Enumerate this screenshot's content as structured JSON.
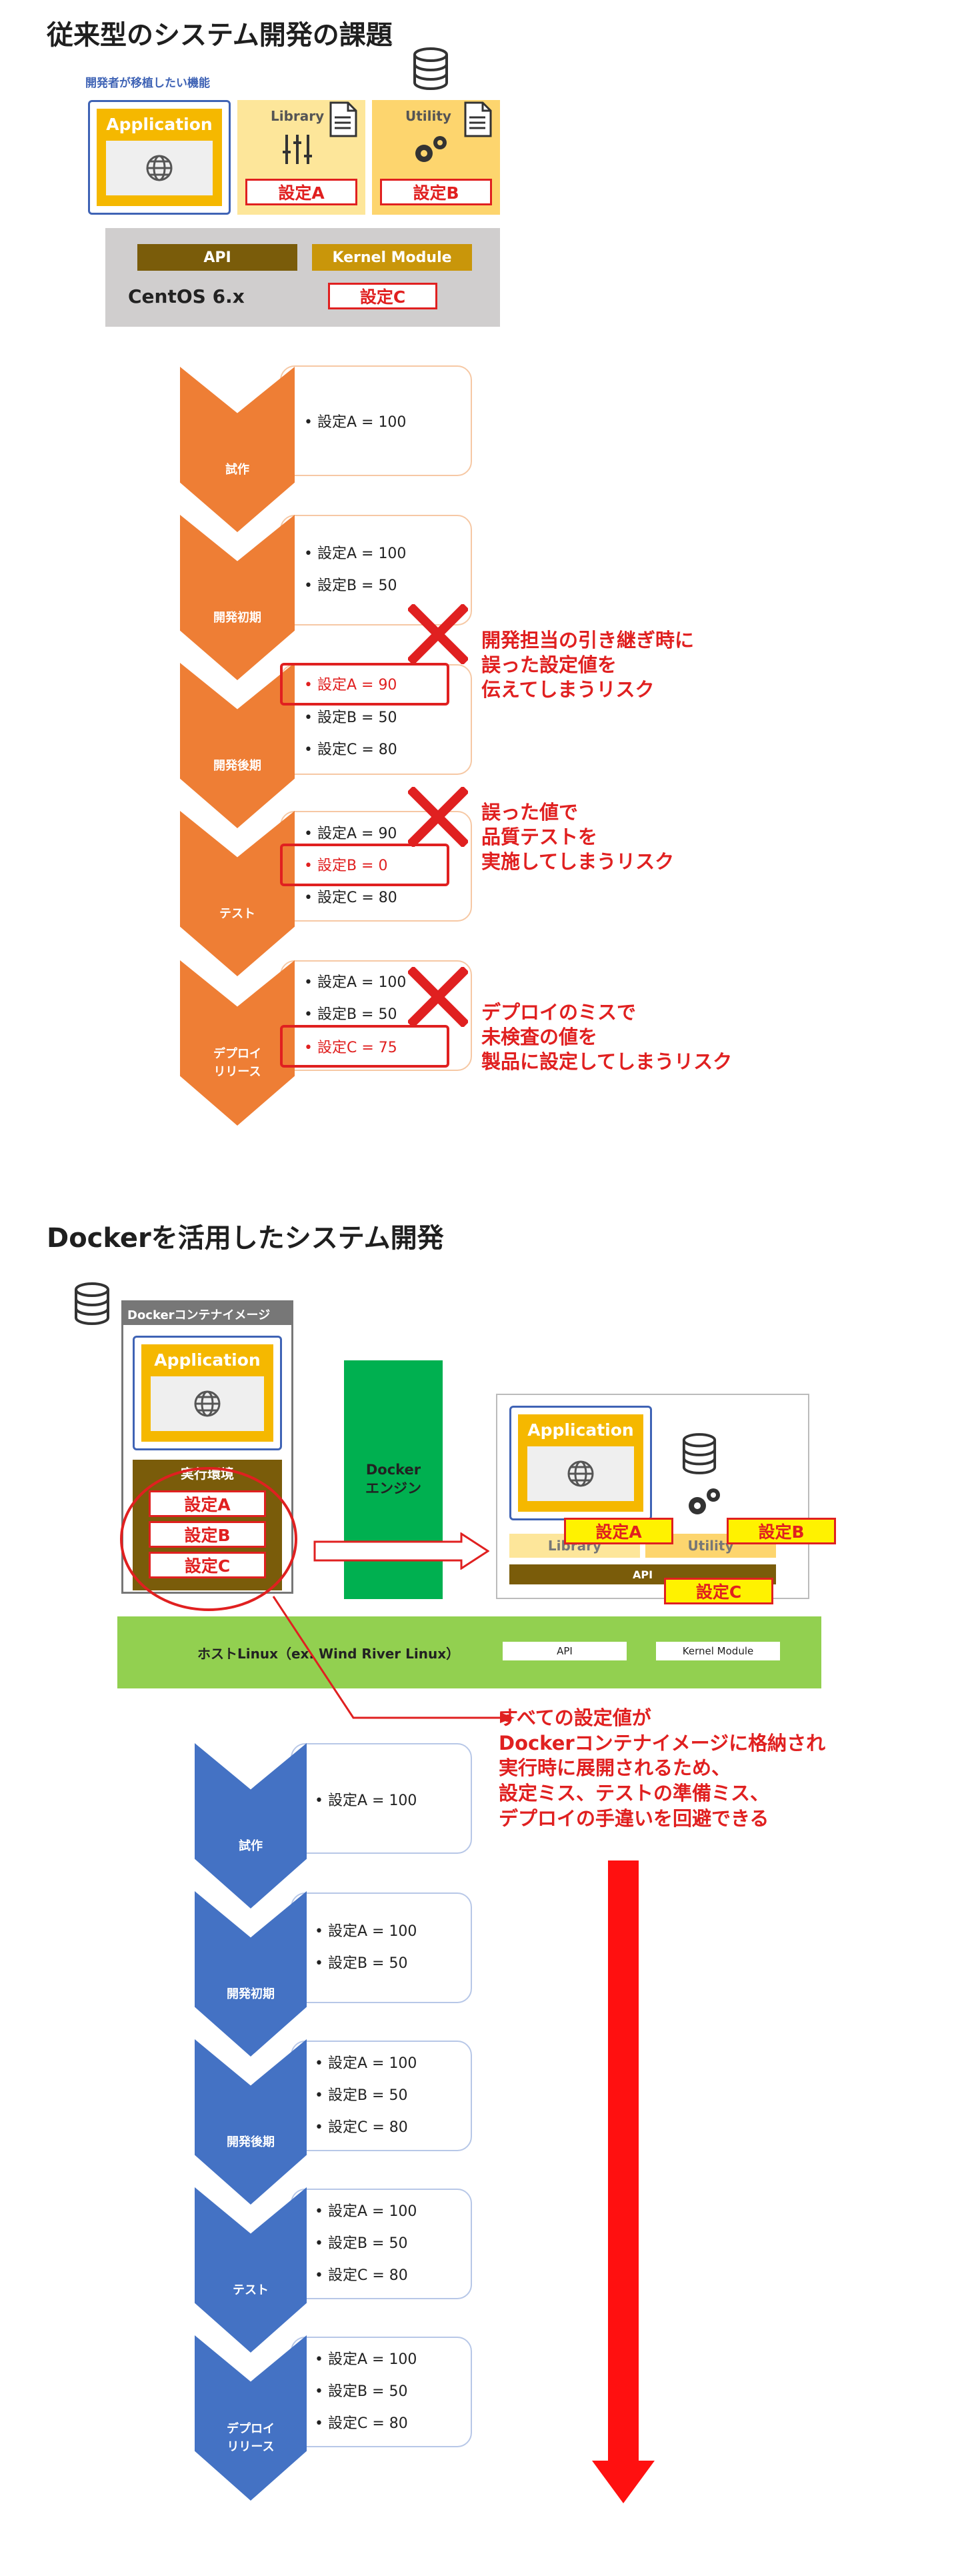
{
  "section1": {
    "title": "従来型のシステム開発の課題",
    "migrate_label": "開発者が移植したい機能",
    "application": "Application",
    "library": "Library",
    "utility": "Utility",
    "setting_a": "設定A",
    "setting_b": "設定B",
    "setting_c": "設定C",
    "api": "API",
    "kernel": "Kernel Module",
    "os": "CentOS 6.x",
    "stages": [
      {
        "label": "試作",
        "lines": [
          "• 設定A = 100"
        ]
      },
      {
        "label": "開発初期",
        "lines": [
          "• 設定A = 100",
          "• 設定B = 50"
        ]
      },
      {
        "label": "開発後期",
        "lines": [
          "• 設定A = 90",
          "• 設定B = 50",
          "• 設定C = 80"
        ]
      },
      {
        "label": "テスト",
        "lines": [
          "• 設定A = 90",
          "• 設定B = 0",
          "• 設定C = 80"
        ]
      },
      {
        "label": "デプロイ\nリリース",
        "lines": [
          "• 設定A = 100",
          "• 設定B = 50",
          "• 設定C = 75"
        ]
      }
    ],
    "risks": [
      "開発担当の引き継ぎ時に\n誤った設定値を\n伝えてしまうリスク",
      "誤った値で\n品質テストを\n実施してしまうリスク",
      "デプロイのミスで\n未検査の値を\n製品に設定してしまうリスク"
    ]
  },
  "section2": {
    "title": "Dockerを活用したシステム開発",
    "image_label": "Dockerコンテナイメージ",
    "application": "Application",
    "runtime": "実行環境",
    "setting_a": "設定A",
    "setting_b": "設定B",
    "setting_c": "設定C",
    "engine": "Docker\nエンジン",
    "library": "Library",
    "utility": "Utility",
    "api": "API",
    "host": "ホストLinux（ex. Wind River Linux）",
    "host_api": "API",
    "host_kernel": "Kernel Module",
    "note": "すべての設定値が\nDockerコンテナイメージに格納され\n実行時に展開されるため、\n設定ミス、テストの準備ミス、\nデプロイの手違いを回避できる",
    "stages": [
      {
        "label": "試作",
        "lines": [
          "• 設定A = 100"
        ]
      },
      {
        "label": "開発初期",
        "lines": [
          "• 設定A = 100",
          "• 設定B = 50"
        ]
      },
      {
        "label": "開発後期",
        "lines": [
          "• 設定A = 100",
          "• 設定B = 50",
          "• 設定C = 80"
        ]
      },
      {
        "label": "テスト",
        "lines": [
          "• 設定A = 100",
          "• 設定B = 50",
          "• 設定C = 80"
        ]
      },
      {
        "label": "デプロイ\nリリース",
        "lines": [
          "• 設定A = 100",
          "• 設定B = 50",
          "• 設定C = 80"
        ]
      }
    ]
  },
  "colors": {
    "orange": "#ee7e35",
    "blue": "#4472c4",
    "red": "#e02020",
    "gold": "#f5b800",
    "olive": "#7a5c0a",
    "green": "#5ea83b",
    "lime": "#92d050",
    "gray": "#d0cece"
  }
}
